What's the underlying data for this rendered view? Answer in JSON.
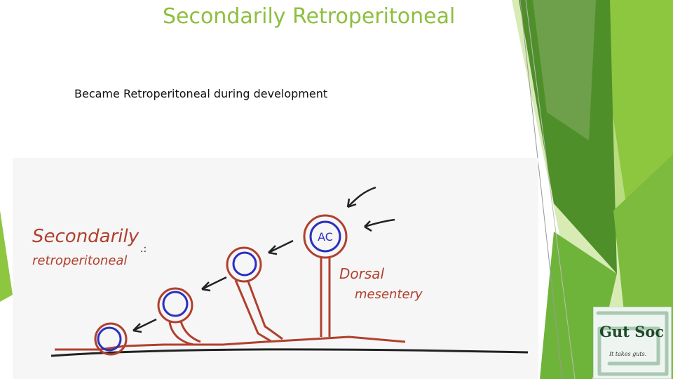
{
  "slide": {
    "title": "Secondarily Retroperitoneal",
    "bullet": "Became Retroperitoneal during development"
  },
  "diagram": {
    "label_left_line1": "Secondarily",
    "label_left_line2": "retroperitoneal",
    "circle_label": "AC",
    "label_right_line1": "Dorsal",
    "label_right_line2": "mesentery"
  },
  "logo": {
    "name": "Gut Soc",
    "tagline": "It takes guts."
  },
  "colors": {
    "title": "#8dbf3f",
    "tissue_red": "#b0402e",
    "organ_blue": "#2c2fbf",
    "deco_green_dark": "#4f8f2a",
    "deco_green_mid": "#8dc63f",
    "deco_green_light": "#d9ebb5"
  }
}
